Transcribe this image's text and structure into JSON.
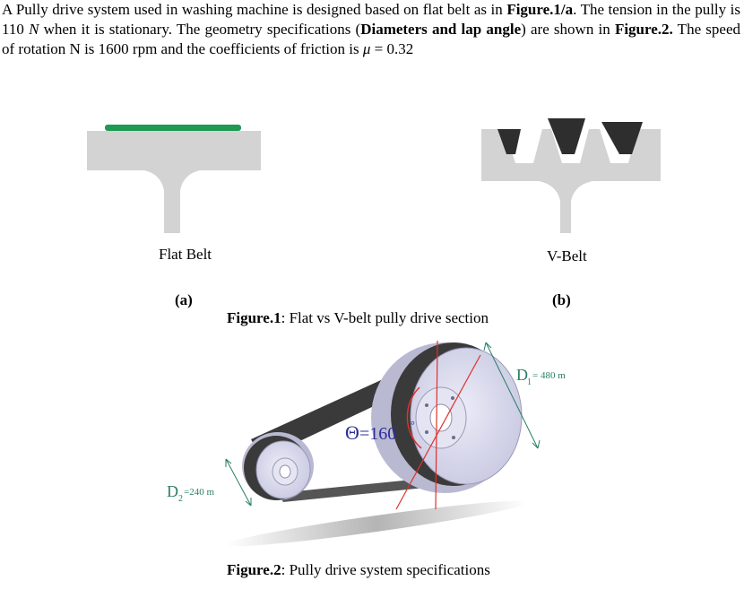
{
  "intro": {
    "seg1": "A Pully drive system used in washing machine is designed based on flat belt as in ",
    "ref1": "Figure.1/a",
    "seg2": ". The tension in the pully is ",
    "tension_value": "110",
    "tension_unit": "N",
    "seg3": " when it is stationary. The geometry specifications (",
    "bold_spec": "Diameters and lap angle",
    "seg4": ") are shown in ",
    "ref2": "Figure.2.",
    "seg5": " The speed of rotation N is 1600 rpm and the coefficients of friction is ",
    "mu_symbol": "μ",
    "mu_value": " = 0.32"
  },
  "figure1": {
    "label_a": "Flat Belt",
    "label_b": "V-Belt",
    "sub_a": "(a)",
    "sub_b": "(b)",
    "caption_prefix": "Figure.1",
    "caption_text": ": Flat vs V-belt pully drive section"
  },
  "figure2": {
    "d1_label": "D",
    "d1_sub": "1",
    "d1_value": " = 480 m",
    "d2_label": "D",
    "d2_sub": "2",
    "d2_value": "=240 m",
    "theta_symbol": "Θ",
    "theta_value": "=160",
    "theta_unit": "°",
    "caption_prefix": "Figure.2",
    "caption_text": ": Pully drive system specifications"
  },
  "colors": {
    "flat_belt": "#1e9a52",
    "pulley_gray": "#d3d3d3",
    "v_belt": "#2e2e2e",
    "pulley_face": "#dcdcf0",
    "belt_dark": "#3a3a3a",
    "red_line": "#e0302a",
    "dim_green": "#2a7f62"
  }
}
